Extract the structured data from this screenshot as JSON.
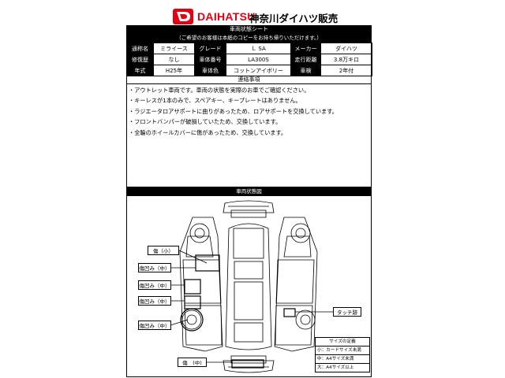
{
  "header": {
    "brand": "DAIHATSU",
    "dealer": "神奈川ダイハツ販売",
    "brand_color": "#e60012"
  },
  "sheet": {
    "title": "車両状態シート",
    "note": "（ご希望のお客様は本紙のコピーをお持ち帰りいただけます。）"
  },
  "spec": {
    "rows": [
      [
        {
          "label": "通称名",
          "value": "ミライース"
        },
        {
          "label": "グレード",
          "value": "Ｌ SA"
        },
        {
          "label": "メーカー",
          "value": "ダイハツ"
        }
      ],
      [
        {
          "label": "修復歴",
          "value": "なし"
        },
        {
          "label": "車体番号",
          "value": "LA300S"
        },
        {
          "label": "走行距離",
          "value": "3.8万キロ"
        }
      ],
      [
        {
          "label": "年式",
          "value": "H25年"
        },
        {
          "label": "車体色",
          "value": "コットンアイボリー"
        },
        {
          "label": "車検",
          "value": "2年付"
        }
      ]
    ]
  },
  "notes": {
    "heading": "連絡事項",
    "items": [
      "・アウトレット車両です。車両の状態を実際のお車でご確認ください。",
      "・キーレスが1本のみで、スペアキー、キープレートはありません。",
      "・ラジエータロアサポートに曲りがあったため、ロアサポートを交換しています。",
      "・フロントバンパーが破損していたため、交換しています。",
      "・全輪のホイールカバーに傷があったため、交換しています。"
    ]
  },
  "diagram": {
    "heading": "車両状態図",
    "labels": {
      "a": "傷（小）",
      "b": "傷凹み（中）",
      "c": "傷凹み（中）",
      "d": "傷凹み（中）",
      "e": "傷凹み（中）",
      "f": "タッチ跡",
      "g": "傷　(中)"
    }
  },
  "legend": {
    "title": "サイズの定義",
    "small": "小：カードサイズ未満",
    "medium": "中：A4サイズ未満",
    "large": "大：A4サイズ以上"
  }
}
